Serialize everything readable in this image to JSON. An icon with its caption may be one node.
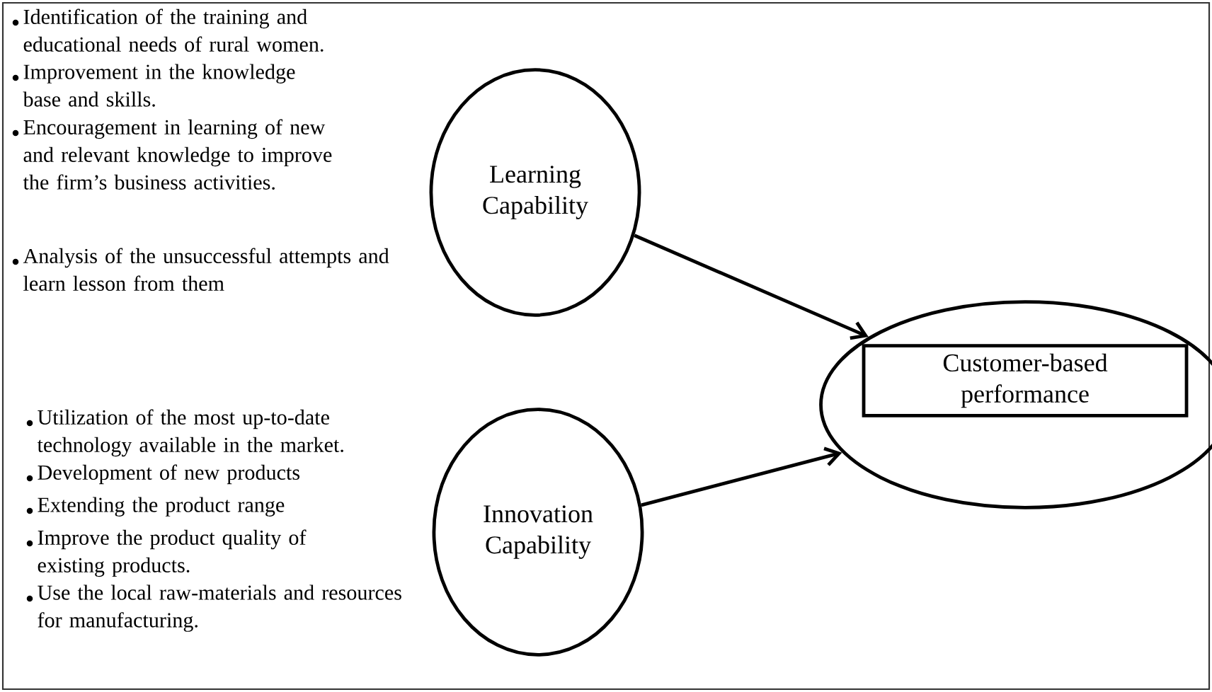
{
  "diagram": {
    "nodes": [
      {
        "text": [
          "Learning Capability"
        ]
      },
      {
        "text": [
          "Innovation Capability"
        ]
      },
      {
        "text": [],
        "shape": "circle"
      },
      {
        "text": [
          "Customer-based performance"
        ],
        "in": 2
      }
    ],
    "edges": [
      {
        "from": 0,
        "to": 2,
        "arrow": "to"
      },
      {
        "from": 1,
        "to": 2,
        "arrow": "to"
      }
    ],
    "labels": [
      "Identification of the training and educational needs of rural women.",
      "Improvement in the knowledge base and skills.",
      "Encouragement in learning of new and relevant knowledge to improve the firm’s business activities.",
      "Analysis of the unsuccessful attempts and learn lesson from them",
      "Utilization of the most up-to-date technology available in the market.",
      "Development of new products",
      "Extending the product range",
      "Improve the product quality of existing products.",
      "Use the local raw-materials and resources for manufacturing."
    ]
  }
}
